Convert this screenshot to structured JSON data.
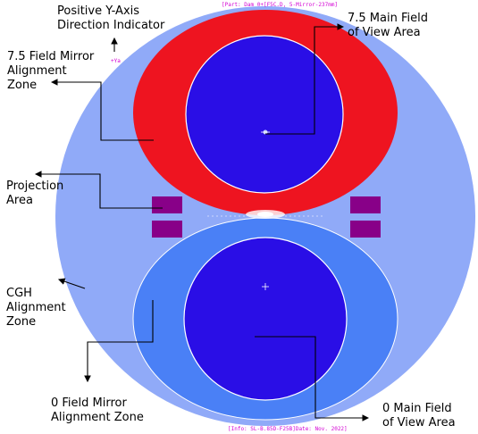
{
  "header_text": "[Part: Dam 0+[F5C.D, 5-Mirror-237mm]",
  "footer_text": "[Info: SL-B.85D-F25B]Date: Nov. 2022]",
  "y_axis_marker": "+Ya",
  "labels": {
    "positive_y_axis": "Positive Y-Axis\nDirection Indicator",
    "field_7_5_mirror": "7.5 Field Mirror\nAlignment\nZone",
    "field_7_5_main": "7.5 Main Field\nof View Area",
    "projection_area": "Projection\nArea",
    "cgh_alignment": "CGH\nAlignment\nZone",
    "field_0_mirror": "0 Field Mirror\nAlignment Zone",
    "field_0_main": "0 Main Field\nof View Area"
  },
  "colors": {
    "cgh_zone": "#90aaf8",
    "mirror_7_5": "#ee1420",
    "mirror_0": "#4a80f6",
    "main_field": "#2a0ee6",
    "projection_marks": "#880088",
    "ring_outline": "#ffffff"
  }
}
